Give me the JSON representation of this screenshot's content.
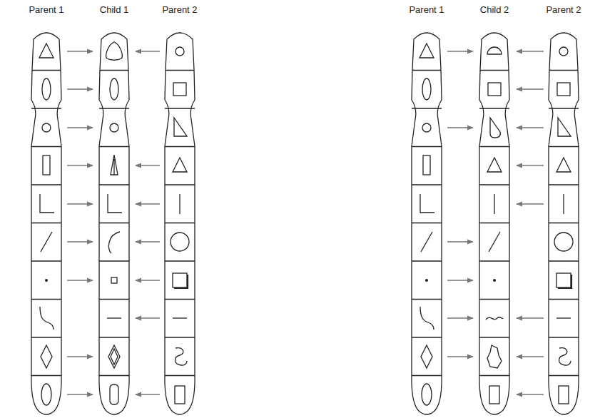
{
  "diagram": {
    "labels": [
      "Parent 1",
      "Child 1",
      "Parent 2",
      "Parent 1",
      "Child 2",
      "Parent 2"
    ]
  }
}
